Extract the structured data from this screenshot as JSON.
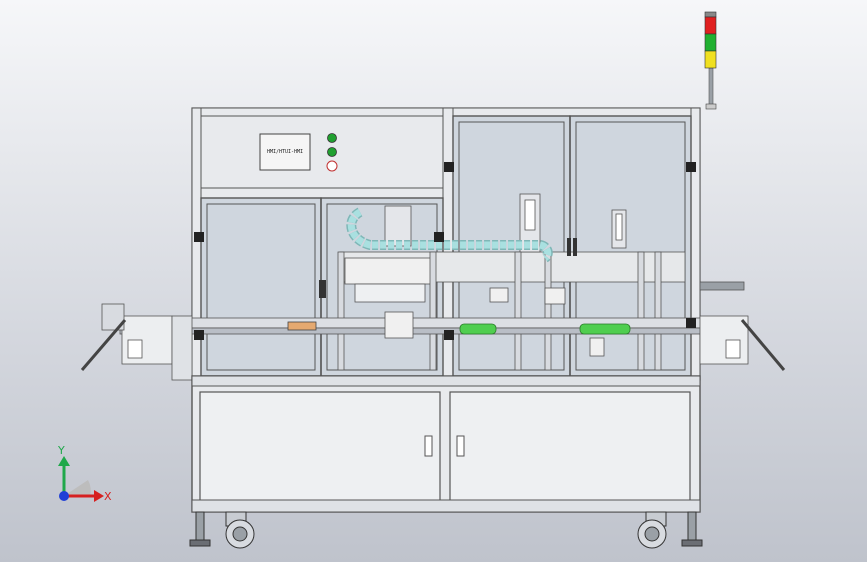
{
  "hmi": {
    "screen_text": "HMI/HTUI-HMI"
  },
  "axes": {
    "x_label": "X",
    "y_label": "Y",
    "x_color": "#d62020",
    "y_color": "#1fa84a",
    "z_color": "#1f3fd6"
  },
  "colors": {
    "frame": "#e8eaed",
    "frame_edge": "#6b6e74",
    "glass": "#cfd6de",
    "chain": "#a9e0e0",
    "rollers": "#4fce4f",
    "belt": "#e5a970",
    "lamp_red": "#e02020",
    "lamp_green": "#20b030",
    "lamp_yellow": "#f0e020"
  }
}
